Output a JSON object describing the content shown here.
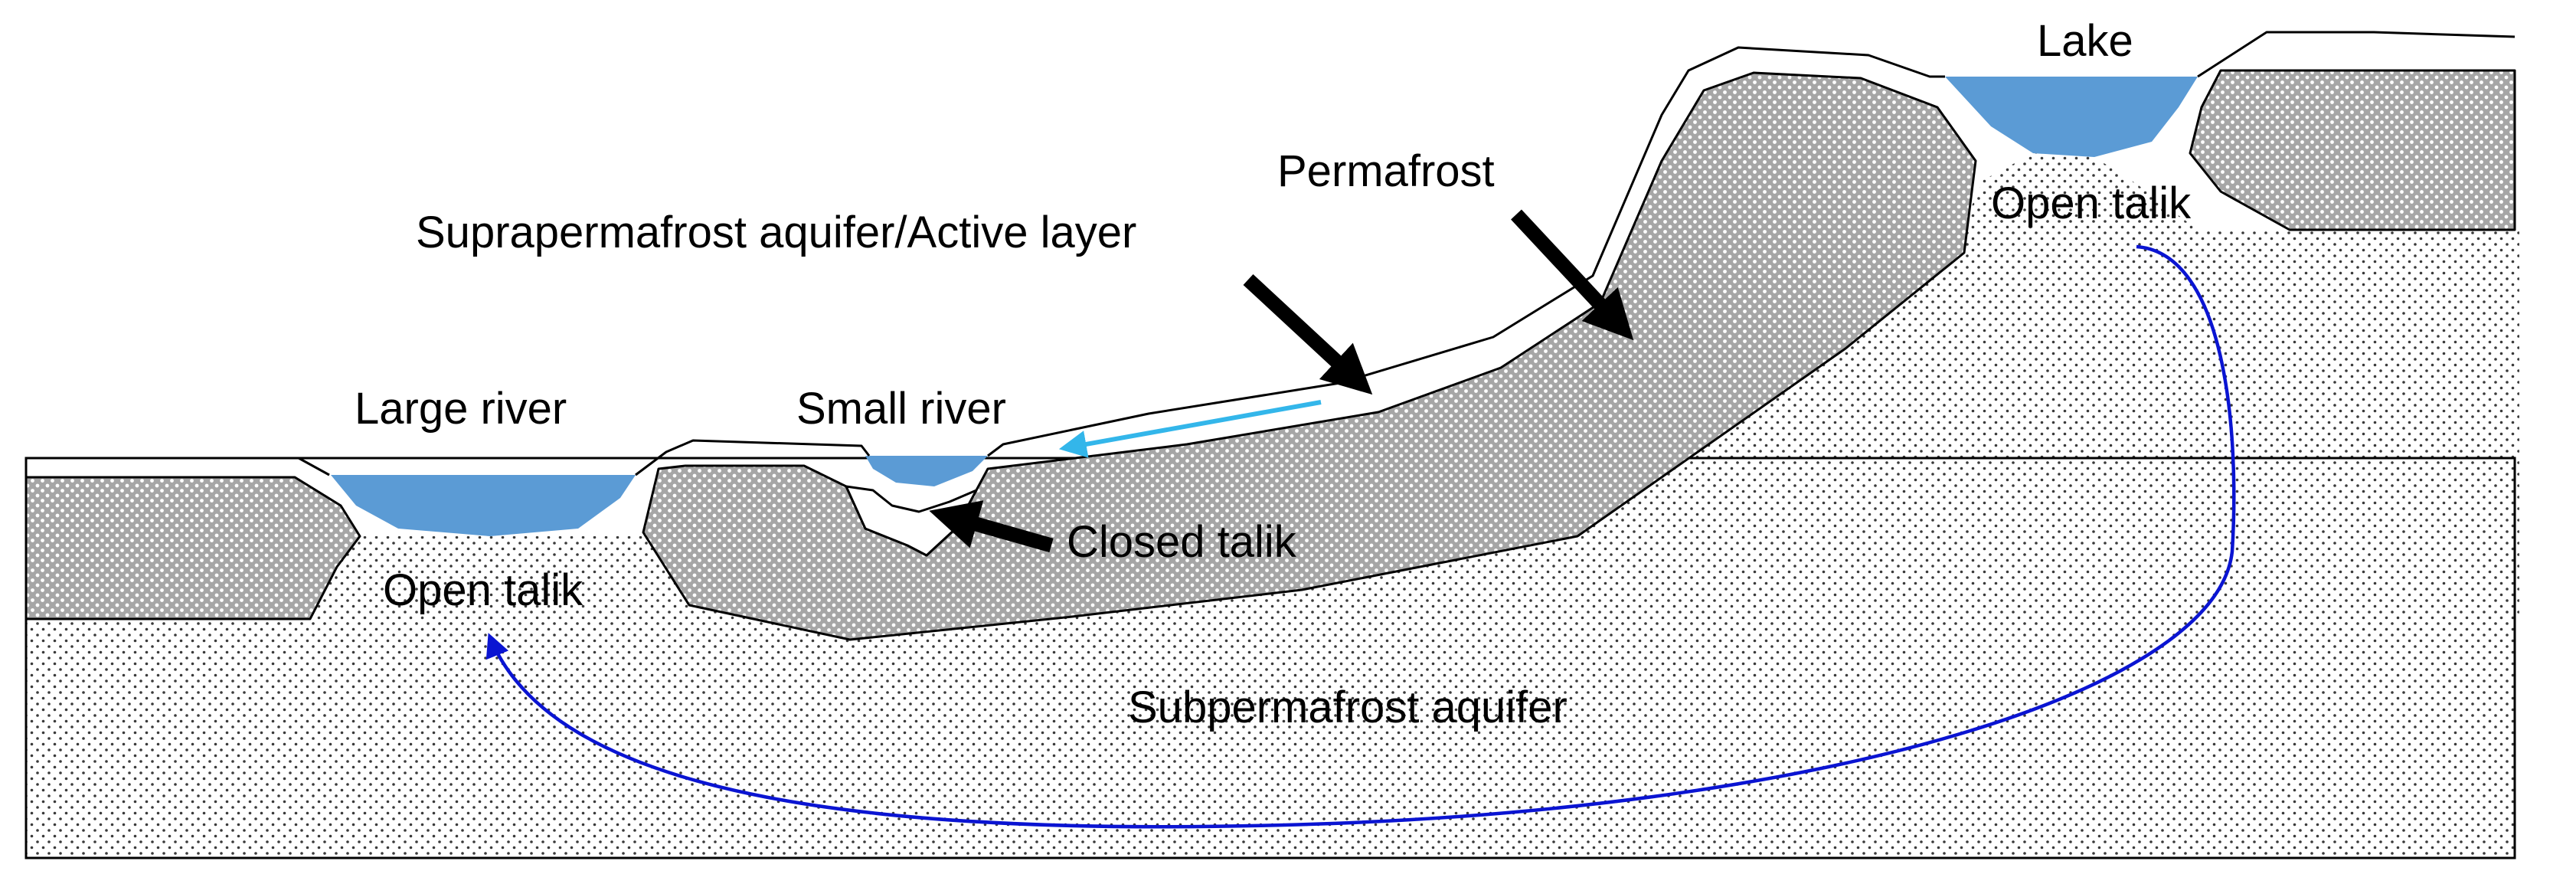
{
  "labels": {
    "lake": "Lake",
    "permafrost": "Permafrost",
    "suprapermafrost": "Suprapermafrost aquifer/Active layer",
    "open_talik_right": "Open talik",
    "large_river": "Large river",
    "small_river": "Small river",
    "closed_talik": "Closed talik",
    "open_talik_left": "Open talik",
    "subpermafrost": "Subpermafrost aquifer"
  },
  "colors": {
    "water": "#5b9bd5",
    "permafrost_fill": "#a6a6a6",
    "permafrost_dots": "#ffffff",
    "aquifer_dots": "#3a3a3a",
    "groundwater_flow": "#0a14d2",
    "suprapermafrost_flow": "#33b6ea",
    "pointer_arrow": "#000000",
    "outline": "#000000"
  }
}
